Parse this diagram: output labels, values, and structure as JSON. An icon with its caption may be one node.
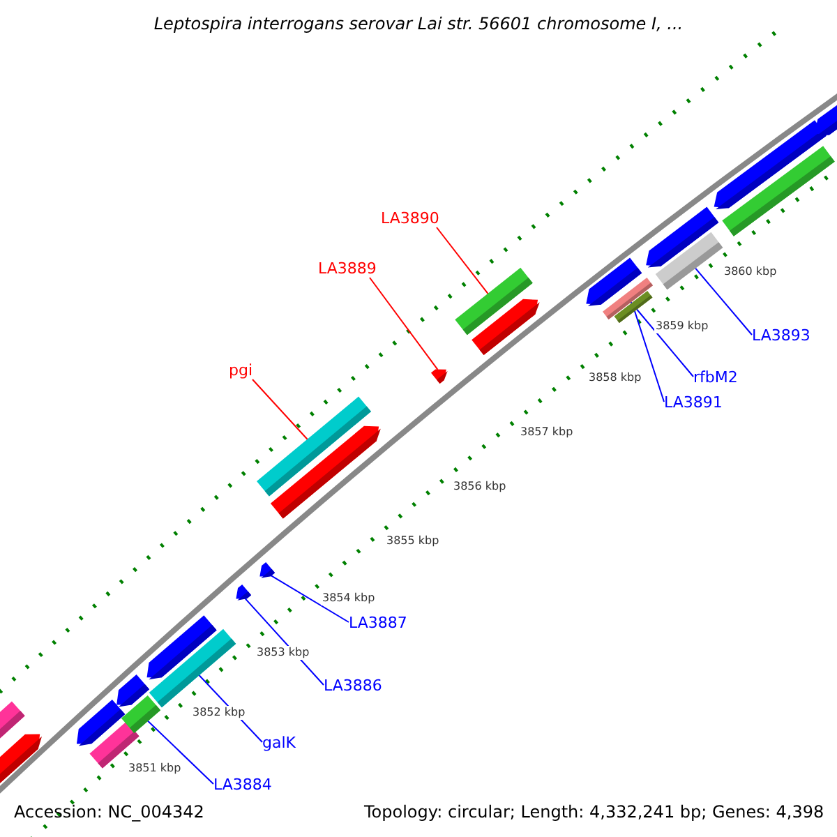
{
  "diagram": {
    "title": "Leptospira interrogans serovar Lai str. 56601 chromosome I, ...",
    "nodes": [
      {
        "text": [
          "LA3890"
        ]
      },
      {
        "text": [],
        "shape": "bar"
      },
      {
        "text": [
          "LA3889"
        ]
      },
      {
        "text": [],
        "shape": "arrow"
      },
      {
        "text": [
          "pgi"
        ]
      },
      {
        "text": [],
        "shape": "bar"
      },
      {
        "text": [
          "LA3891"
        ]
      },
      {
        "text": [],
        "shape": "bar"
      },
      {
        "text": [
          "rfbM2"
        ]
      },
      {
        "text": [],
        "shape": "bar"
      },
      {
        "text": [
          "LA3893"
        ]
      },
      {
        "text": [],
        "shape": "bar"
      },
      {
        "text": [
          "LA3887"
        ]
      },
      {
        "text": [],
        "shape": "arrow"
      },
      {
        "text": [
          "LA3886"
        ]
      },
      {
        "text": [],
        "shape": "arrow"
      },
      {
        "text": [
          "galK"
        ]
      },
      {
        "text": [],
        "shape": "bar"
      },
      {
        "text": [
          "LA3884"
        ]
      },
      {
        "text": [],
        "shape": "bar"
      }
    ],
    "edges": [
      {
        "from": 0,
        "to": 1,
        "arrow": "none",
        "color": "#ff0000"
      },
      {
        "from": 2,
        "to": 3,
        "arrow": "none",
        "color": "#ff0000"
      },
      {
        "from": 4,
        "to": 5,
        "arrow": "none",
        "color": "#ff0000"
      },
      {
        "from": 6,
        "to": 7,
        "arrow": "none"
      },
      {
        "from": 8,
        "to": 9,
        "arrow": "none"
      },
      {
        "from": 10,
        "to": 11,
        "arrow": "none"
      },
      {
        "from": 12,
        "to": 13,
        "arrow": "none"
      },
      {
        "from": 14,
        "to": 15,
        "arrow": "none"
      },
      {
        "from": 16,
        "to": 17,
        "arrow": "none"
      },
      {
        "from": 18,
        "to": 19,
        "arrow": "none"
      }
    ],
    "labels": [
      "3860 kbp",
      "3859 kbp",
      "3858 kbp",
      "3857 kbp",
      "3856 kbp",
      "3855 kbp",
      "3854 kbp",
      "3853 kbp",
      "3852 kbp",
      "3851 kbp",
      "Accession: NC_004342",
      "Topology: circular; Length: 4,332,241 bp; Genes: 4,398"
    ]
  }
}
